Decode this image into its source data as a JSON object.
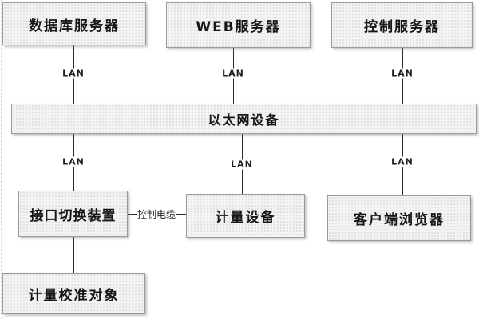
{
  "diagram": {
    "title": "metrology-network-architecture",
    "nodes": {
      "db_server": {
        "label": "数据库服务器"
      },
      "web_server": {
        "label": "WEB服务器"
      },
      "control_server": {
        "label": "控制服务器"
      },
      "ethernet_device": {
        "label": "以太网设备"
      },
      "interface_switch": {
        "label": "接口切换装置"
      },
      "metering_device": {
        "label": "计量设备"
      },
      "client_browser": {
        "label": "客户端浏览器"
      },
      "calibration_object": {
        "label": "计量校准对象"
      }
    },
    "edges": [
      {
        "from": "数据库服务器",
        "to": "以太网设备",
        "label": "LAN"
      },
      {
        "from": "WEB服务器",
        "to": "以太网设备",
        "label": "LAN"
      },
      {
        "from": "控制服务器",
        "to": "以太网设备",
        "label": "LAN"
      },
      {
        "from": "以太网设备",
        "to": "接口切换装置",
        "label": "LAN"
      },
      {
        "from": "以太网设备",
        "to": "计量设备",
        "label": "LAN"
      },
      {
        "from": "以太网设备",
        "to": "客户端浏览器",
        "label": "LAN"
      },
      {
        "from": "接口切换装置",
        "to": "计量设备",
        "label": "控制电缆"
      },
      {
        "from": "接口切换装置",
        "to": "计量校准对象",
        "label": ""
      }
    ],
    "colors": {
      "background": "#ffffff",
      "box_fill": "#f3f3f3",
      "box_border": "#9a9a9a",
      "line": "#2b2b2b",
      "text": "#161616"
    }
  }
}
